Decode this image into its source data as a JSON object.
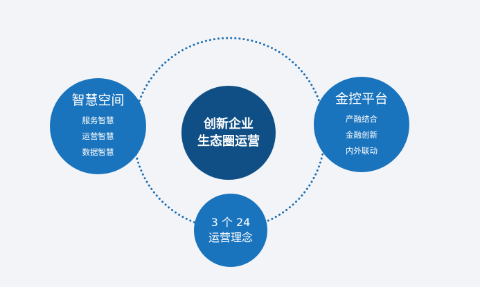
{
  "left": {
    "title": "智慧空间",
    "items": [
      "服务智慧",
      "运营智慧",
      "数据智慧"
    ]
  },
  "right": {
    "title": "金控平台",
    "items": [
      "产融结合",
      "金融创新",
      "内外联动"
    ]
  },
  "center": {
    "lines": [
      "创新企业",
      "生态圈运营"
    ]
  },
  "bottom": {
    "lines": [
      "3 个 24",
      "运营理念"
    ]
  },
  "colors": {
    "background": "#f2f4f7",
    "node_blue": "#1a74bd",
    "center_blue": "#0f4f86",
    "ring_dots": "#1f6fb3"
  }
}
